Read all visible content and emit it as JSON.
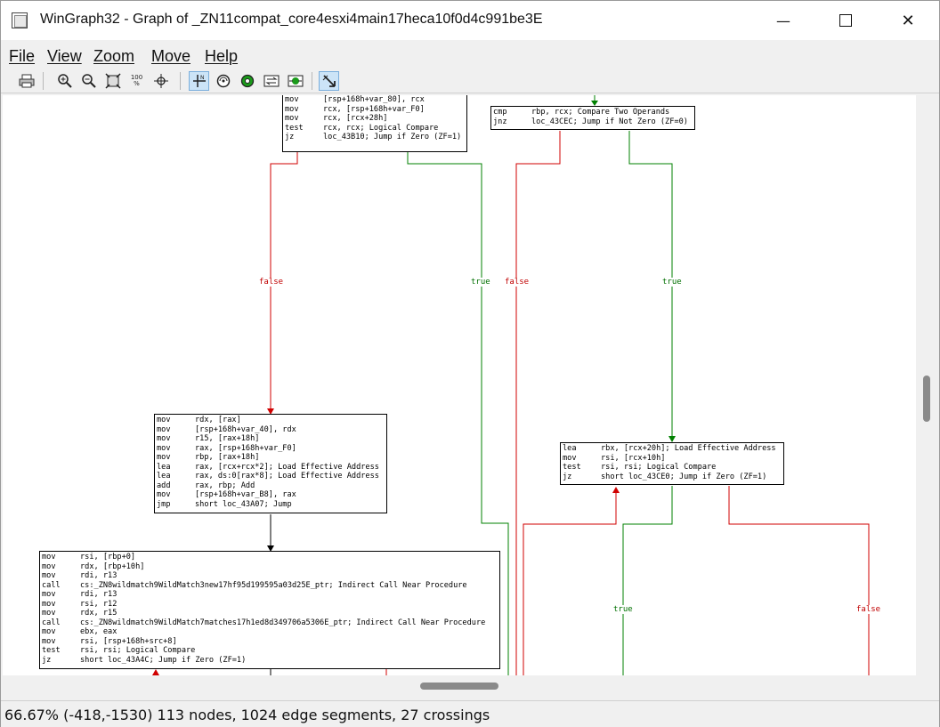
{
  "window": {
    "title": "WinGraph32 - Graph of _ZN11compat_core4esxi4main17heca10f0d4c991be3E",
    "minimize": "—",
    "close": "✕"
  },
  "menu": [
    "File",
    "View",
    "Zoom",
    "Move",
    "Help"
  ],
  "toolbar": {
    "icons": [
      "print-icon",
      "zoom-in-icon",
      "zoom-out-icon",
      "fit-window-icon",
      "zoom-100-icon",
      "center-icon",
      "layout-icon",
      "circle-icon",
      "green-target-icon",
      "swap-icon",
      "green-arrows-icon",
      "arrow-tool-icon"
    ],
    "zoom100_label": "100\n%"
  },
  "graph": {
    "nodes": [
      {
        "id": "n1",
        "lines": [
          [
            "mov",
            "[rsp+168h+var_80], rcx"
          ],
          [
            "mov",
            "rcx, [rsp+168h+var_F0]"
          ],
          [
            "mov",
            "rcx, [rcx+28h]"
          ],
          [
            "test",
            "rcx, rcx; Logical Compare"
          ],
          [
            "jz",
            "loc_43B10; Jump if Zero (ZF=1)"
          ]
        ]
      },
      {
        "id": "n2",
        "lines": [
          [
            "cmp",
            "rbp, rcx; Compare Two Operands"
          ],
          [
            "jnz",
            "loc_43CEC; Jump if Not Zero (ZF=0)"
          ]
        ]
      },
      {
        "id": "n3",
        "lines": [
          [
            "mov",
            "rdx, [rax]"
          ],
          [
            "mov",
            "[rsp+168h+var_40], rdx"
          ],
          [
            "mov",
            "r15, [rax+18h]"
          ],
          [
            "mov",
            "rax, [rsp+168h+var_F0]"
          ],
          [
            "mov",
            "rbp, [rax+18h]"
          ],
          [
            "lea",
            "rax, [rcx+rcx*2]; Load Effective Address"
          ],
          [
            "lea",
            "rax, ds:0[rax*8]; Load Effective Address"
          ],
          [
            "add",
            "rax, rbp; Add"
          ],
          [
            "mov",
            "[rsp+168h+var_B8], rax"
          ],
          [
            "jmp",
            "short loc_43A07; Jump"
          ]
        ]
      },
      {
        "id": "n4",
        "lines": [
          [
            "lea",
            "rbx, [rcx+20h]; Load Effective Address"
          ],
          [
            "mov",
            "rsi, [rcx+10h]"
          ],
          [
            "test",
            "rsi, rsi; Logical Compare"
          ],
          [
            "jz",
            "short loc_43CE0; Jump if Zero (ZF=1)"
          ]
        ]
      },
      {
        "id": "n5",
        "lines": [
          [
            "mov",
            "rsi, [rbp+0]"
          ],
          [
            "mov",
            "rdx, [rbp+10h]"
          ],
          [
            "mov",
            "rdi, r13"
          ],
          [
            "call",
            "cs:_ZN8wildmatch9WildMatch3new17hf95d199595a03d25E_ptr; Indirect Call Near Procedure"
          ],
          [
            "mov",
            "rdi, r13"
          ],
          [
            "mov",
            "rsi, r12"
          ],
          [
            "mov",
            "rdx, r15"
          ],
          [
            "call",
            "cs:_ZN8wildmatch9WildMatch7matches17h1ed8d349706a5306E_ptr; Indirect Call Near Procedure"
          ],
          [
            "mov",
            "ebx, eax"
          ],
          [
            "mov",
            "rsi, [rsp+168h+src+8]"
          ],
          [
            "test",
            "rsi, rsi; Logical Compare"
          ],
          [
            "jz",
            "short loc_43A4C; Jump if Zero (ZF=1)"
          ]
        ]
      }
    ],
    "edge_labels": [
      "false",
      "true",
      "false",
      "true",
      "true",
      "false"
    ]
  },
  "status": "66.67% (-418,-1530) 113 nodes, 1024 edge segments, 27 crossings",
  "colors": {
    "false_edge": "#d00000",
    "true_edge": "#008000",
    "normal_edge": "#000000"
  }
}
